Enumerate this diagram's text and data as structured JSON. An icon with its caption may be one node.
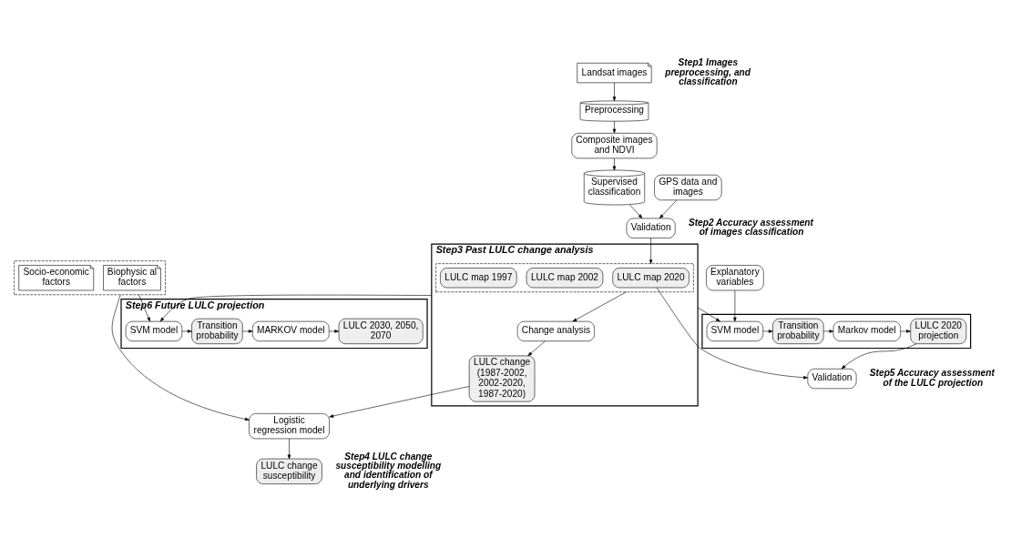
{
  "diagram": {
    "nodes": [
      {
        "text": [
          "Landsat images"
        ]
      },
      {
        "text": [
          "Preprocessing"
        ]
      },
      {
        "text": [
          "Composite images and NDVI"
        ]
      },
      {
        "text": [
          "Supervised classification"
        ]
      },
      {
        "text": [
          "Validation"
        ]
      },
      {
        "text": [
          "GPS data and images"
        ]
      },
      {
        "text": [
          "Step3 Past LULC change analysis"
        ]
      },
      {
        "text": [],
        "shape": "box",
        "in": 6
      },
      {
        "text": [
          "LULC map 2020"
        ],
        "in": 7
      },
      {
        "text": [
          "LULC map 2002"
        ],
        "in": 7
      },
      {
        "text": [
          "LULC map 1997"
        ],
        "in": 7
      },
      {
        "text": [
          "Change analysis"
        ],
        "in": 6
      },
      {
        "text": [
          "LULC change (1987-2002, 2002-2020, 1987-2020)"
        ],
        "in": 6
      },
      {
        "text": [
          "Validation"
        ]
      },
      {
        "text": [],
        "shape": "box"
      },
      {
        "text": [
          "SVM model"
        ],
        "in": 14
      },
      {
        "text": [
          "Transition probability"
        ],
        "in": 14
      },
      {
        "text": [
          "Markov model"
        ],
        "in": 14
      },
      {
        "text": [
          "LULC 2020 projection"
        ],
        "in": 14
      },
      {
        "text": [
          "Explanatory variables"
        ]
      },
      {
        "text": [
          "Logistic regression model"
        ]
      },
      {
        "text": [],
        "shape": "box"
      },
      {
        "text": [
          "Biophysic al factors"
        ],
        "in": 21
      },
      {
        "text": [
          "Socio-economic factors"
        ],
        "in": 21
      },
      {
        "text": [
          "LULC change susceptibility"
        ]
      },
      {
        "text": [
          "Step6 Future LULC projection"
        ]
      },
      {
        "text": [
          "SVM model"
        ],
        "in": 25
      },
      {
        "text": [
          "Transition probability"
        ],
        "in": 25
      },
      {
        "text": [
          "MARKOV model"
        ],
        "in": 25
      },
      {
        "text": [
          "LULC 2030, 2050, 2070"
        ],
        "in": 25
      }
    ],
    "edges": [
      {
        "from": 0,
        "to": 1,
        "arrow": "to"
      },
      {
        "from": 1,
        "to": 2,
        "arrow": "to"
      },
      {
        "from": 2,
        "to": 3,
        "arrow": "to"
      },
      {
        "from": 3,
        "to": 4,
        "arrow": "to"
      },
      {
        "from": 5,
        "to": 4,
        "arrow": "to"
      },
      {
        "from": 4,
        "to": 7,
        "arrow": "to"
      },
      {
        "from": 8,
        "to": 13,
        "arrow": "to"
      },
      {
        "from": 7,
        "to": 11,
        "arrow": "to"
      },
      {
        "from": 11,
        "to": 12,
        "arrow": "to"
      },
      {
        "from": 12,
        "to": 20,
        "arrow": "to"
      },
      {
        "from": 21,
        "to": 20,
        "arrow": "to"
      },
      {
        "from": 20,
        "to": 24,
        "arrow": "to"
      },
      {
        "from": 6,
        "to": 15,
        "arrow": "to"
      },
      {
        "from": 19,
        "to": 15,
        "arrow": "to"
      },
      {
        "from": 15,
        "to": 16,
        "arrow": "to"
      },
      {
        "from": 16,
        "to": 17,
        "arrow": "to"
      },
      {
        "from": 17,
        "to": 18,
        "arrow": "to"
      },
      {
        "from": 18,
        "to": 13,
        "arrow": "to"
      },
      {
        "from": 6,
        "to": 26,
        "arrow": "to"
      },
      {
        "from": 21,
        "to": 26,
        "arrow": "to"
      },
      {
        "from": 26,
        "to": 27,
        "arrow": "to"
      },
      {
        "from": 27,
        "to": 28,
        "arrow": "to"
      },
      {
        "from": 28,
        "to": 29,
        "arrow": "to"
      }
    ],
    "labels": [
      "Step1 Images preprocessing, and classification",
      "Step5 Accuracy assessment of the LULC projection",
      "Step2 Accuracy assessment of images classification",
      "Step4 LULC change susceptibility modelling and identification of underlying drivers"
    ]
  }
}
